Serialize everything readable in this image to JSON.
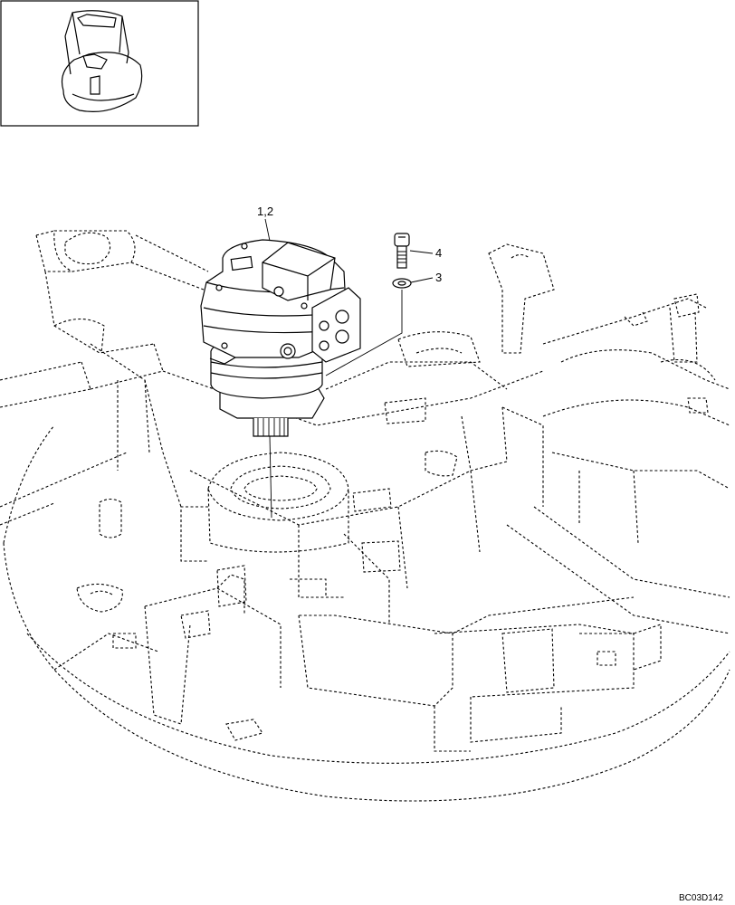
{
  "callouts": {
    "motor": "1,2",
    "bolt": "4",
    "washer": "3"
  },
  "drawing_code": "BC03D142"
}
